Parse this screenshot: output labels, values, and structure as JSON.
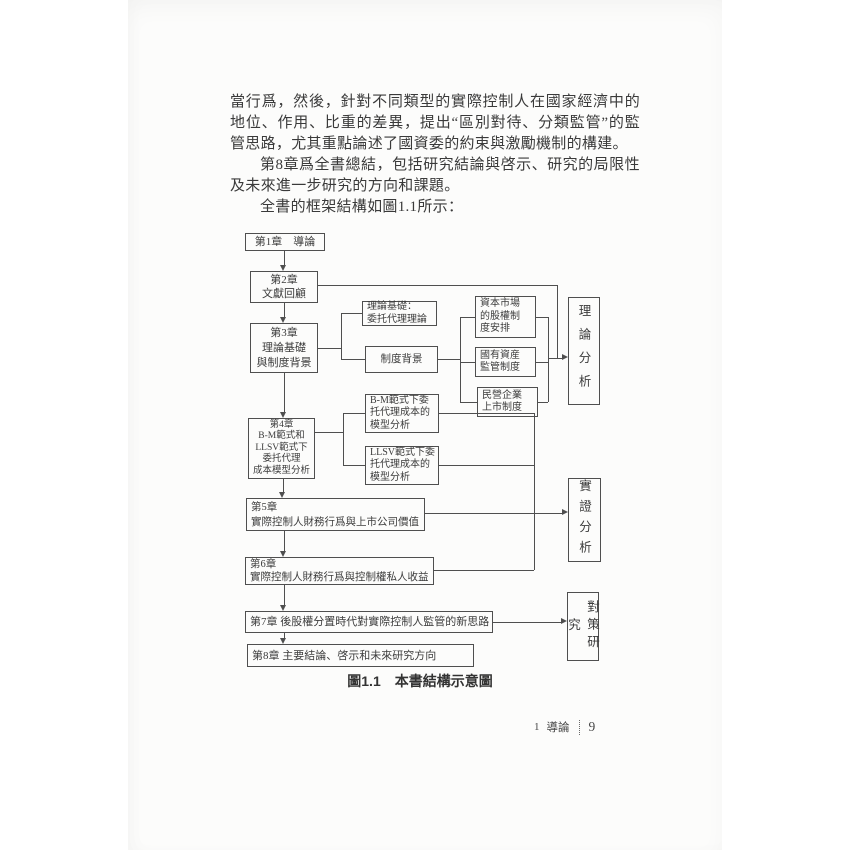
{
  "colors": {
    "ink": "#3a3a3a",
    "line": "#4f4f4f",
    "paper": "#fcfcfb"
  },
  "body": {
    "p1": "當行爲，然後，針對不同類型的實際控制人在國家經濟中的地位、作用、比重的差異，提出“區別對待、分類監管”的監管思路，尤其重點論述了國資委的約束與激勵機制的構建。",
    "p2": "第8章爲全書總結，包括研究結論與啓示、研究的局限性及未來進一步研究的方向和課題。",
    "p3": "全書的框架結構如圖1.1所示："
  },
  "figure": {
    "caption": "圖1.1　本書結構示意圖",
    "boxes": {
      "ch1": "第1章　導論",
      "ch2": "第2章\n文獻回顧",
      "ch3": "第3章\n理論基礎\n與制度背景",
      "theory_basis": "理論基礎：\n委托代理理論",
      "inst_background": "制度背景",
      "capital_market": "資本市場\n的股權制\n度安排",
      "state_asset": "國有資産\n監管制度",
      "private_listing": "民營企業\n上市制度",
      "theory_analysis": "理論分析",
      "ch4": "第4章\nB-M範式和\nLLSV範式下\n委托代理\n成本模型分析",
      "bm_model": "B-M範式下委\n托代理成本的\n模型分析",
      "llsv_model": "LLSV範式下委\n托代理成本的\n模型分析",
      "ch5": "第5章\n實際控制人財務行爲與上市公司價值",
      "ch6": "第6章\n實際控制人財務行爲與控制權私人收益",
      "empirical_analysis": "實證分析",
      "ch7": "第7章 後股權分置時代對實際控制人監管的新思路",
      "ch8": "第8章 主要結論、啓示和未來研究方向",
      "policy_research": "對策研究"
    }
  },
  "footer": {
    "chapter_no": "1",
    "chapter_title": "導論",
    "page_no": "9"
  }
}
